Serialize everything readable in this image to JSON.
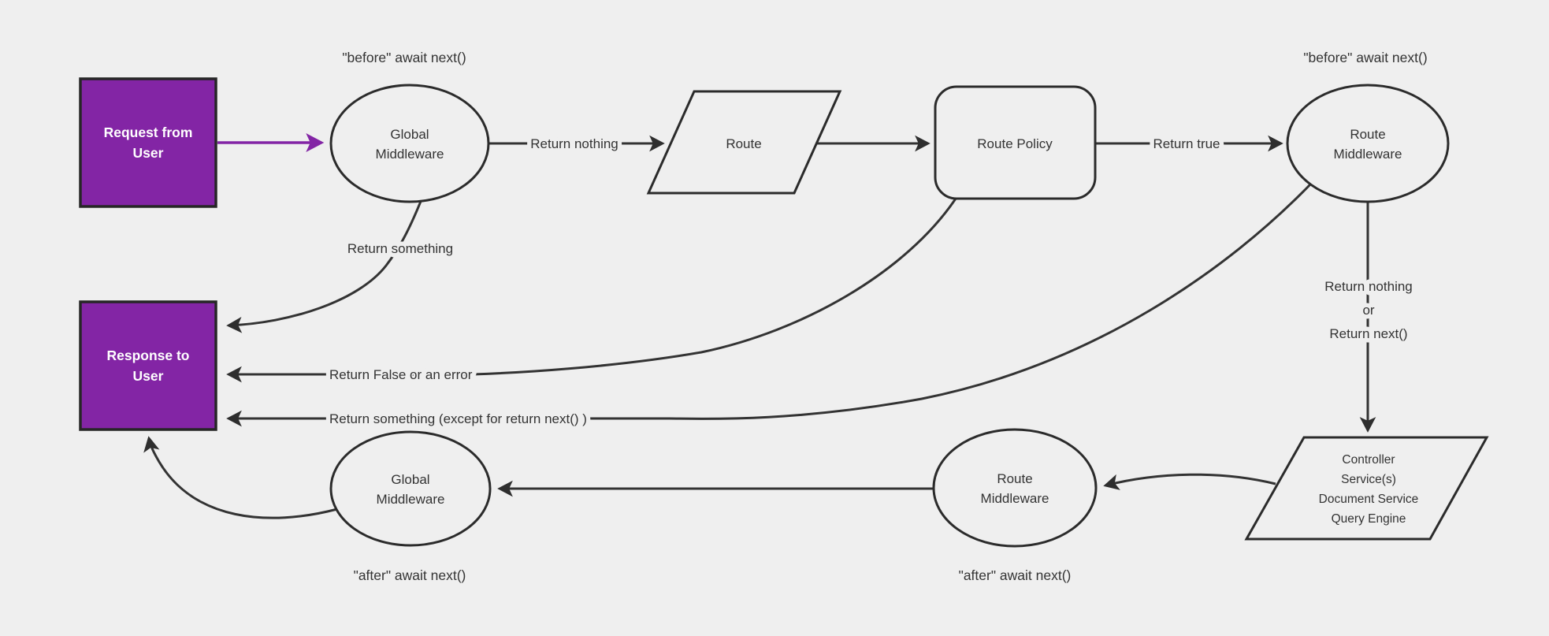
{
  "diagram": {
    "background_color": "#efefef",
    "shape_stroke_color": "#2b2b2b",
    "edge_color": "#333333",
    "accent_color": "#8325a5",
    "nodes": {
      "request_box": {
        "line1": "Request from",
        "line2": "User"
      },
      "response_box": {
        "line1": "Response to",
        "line2": "User"
      },
      "global_middleware_top": {
        "line1": "Global",
        "line2": "Middleware"
      },
      "route": {
        "label": "Route"
      },
      "route_policy": {
        "label": "Route Policy"
      },
      "route_middleware_top": {
        "line1": "Route",
        "line2": "Middleware"
      },
      "controller": {
        "line1": "Controller",
        "line2": "Service(s)",
        "line3": "Document Service",
        "line4": "Query Engine"
      },
      "route_middleware_bottom": {
        "line1": "Route",
        "line2": "Middleware"
      },
      "global_middleware_bottom": {
        "line1": "Global",
        "line2": "Middleware"
      }
    },
    "labels": {
      "before_await_left": "\"before\" await next()",
      "before_await_right": "\"before\" await next()",
      "after_await_left": "\"after\" await next()",
      "after_await_right": "\"after\" await next()",
      "return_nothing": "Return nothing",
      "return_true": "Return true",
      "return_something": "Return something",
      "return_false_or_error": "Return False or an error",
      "return_something_except": "Return something (except for return next() )",
      "return_nothing_or_line1": "Return nothing",
      "return_nothing_or_line2": "or",
      "return_nothing_or_line3": "Return next()"
    }
  }
}
